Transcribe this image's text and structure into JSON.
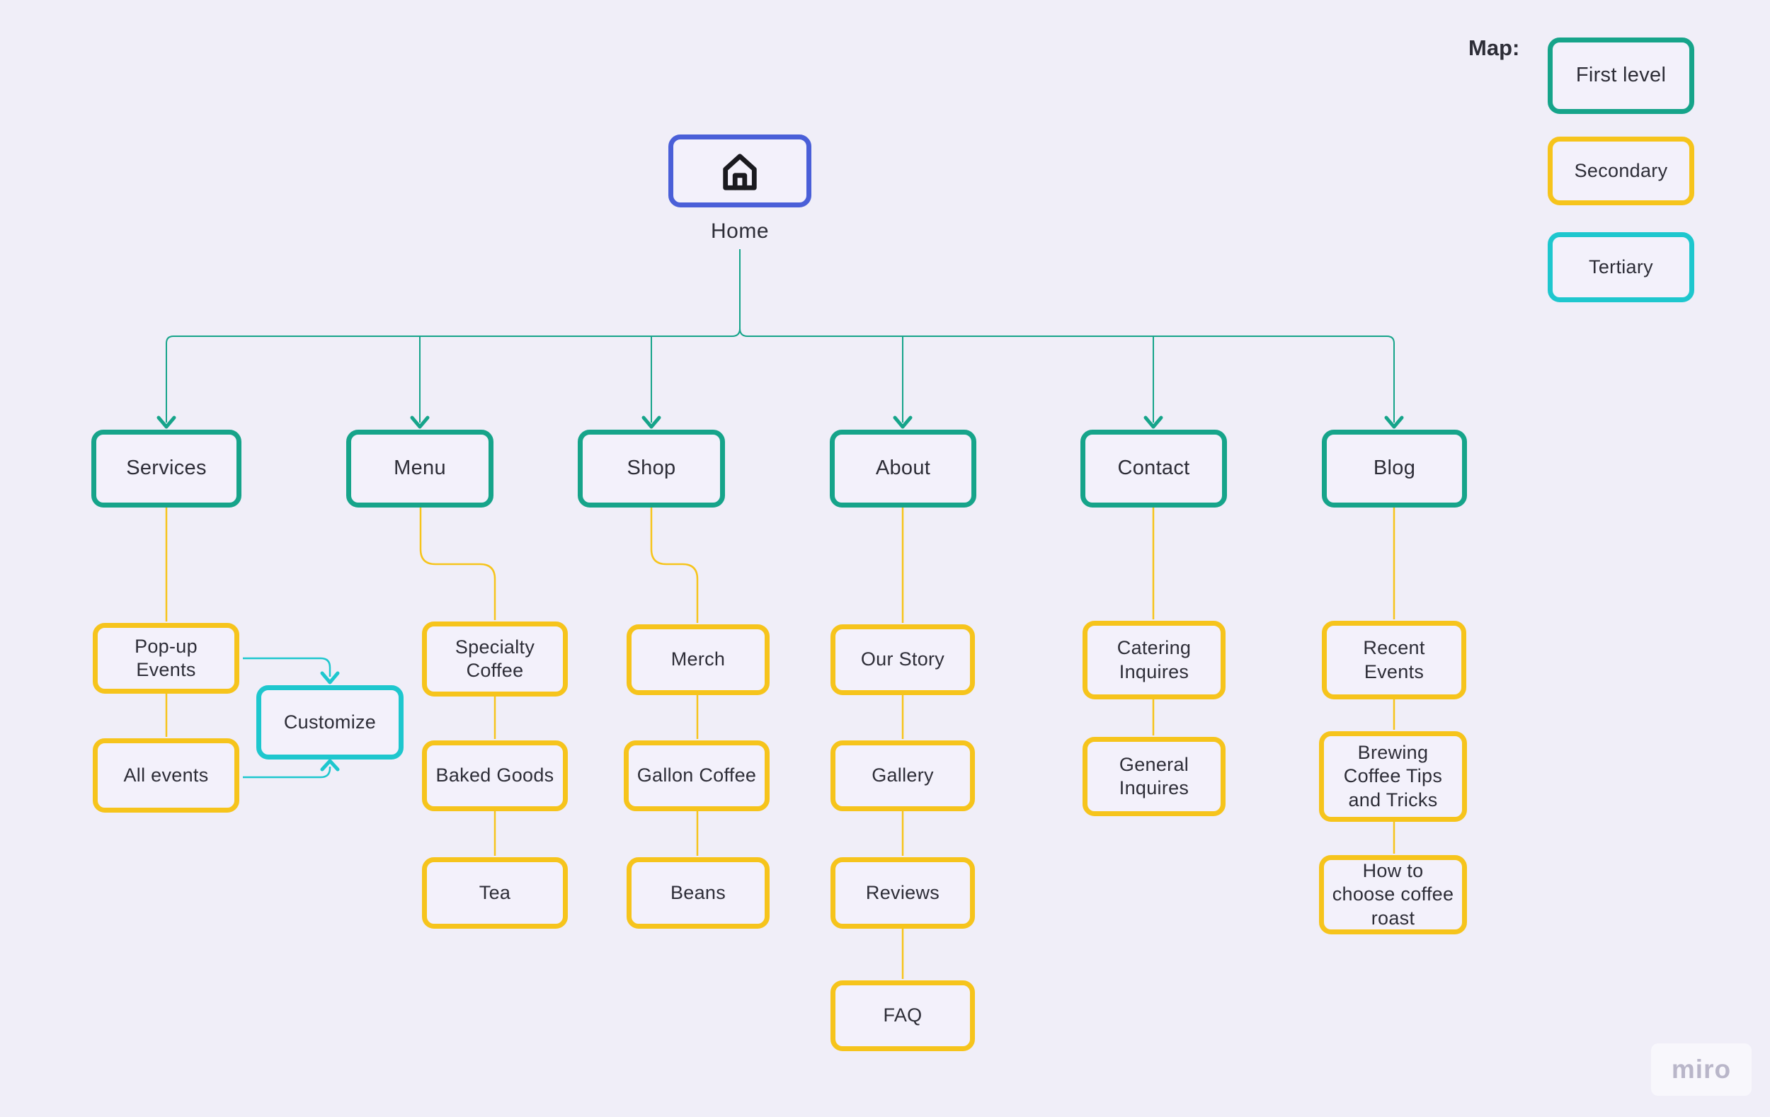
{
  "app": {
    "watermark": "miro"
  },
  "colors": {
    "background": "#F0EEF8",
    "node_fill": "#F3F1FB",
    "first_level": "#16A48A",
    "secondary": "#F6C41C",
    "tertiary": "#1EC7CE",
    "home_border": "#4A5FD8",
    "text": "#2D2D37",
    "watermark": "#B9B6C9"
  },
  "legend": {
    "title": "Map:",
    "items": [
      {
        "id": "first",
        "label": "First level"
      },
      {
        "id": "secondary",
        "label": "Secondary"
      },
      {
        "id": "tertiary",
        "label": "Tertiary"
      }
    ]
  },
  "nodes": {
    "home": {
      "label": "Home",
      "level": "home",
      "icon": "home-icon"
    },
    "services": {
      "label": "Services",
      "level": "first"
    },
    "menu": {
      "label": "Menu",
      "level": "first"
    },
    "shop": {
      "label": "Shop",
      "level": "first"
    },
    "about": {
      "label": "About",
      "level": "first"
    },
    "contact": {
      "label": "Contact",
      "level": "first"
    },
    "blog": {
      "label": "Blog",
      "level": "first"
    },
    "popup_events": {
      "label": "Pop-up Events",
      "level": "secondary"
    },
    "all_events": {
      "label": "All events",
      "level": "secondary"
    },
    "customize": {
      "label": "Customize",
      "level": "tertiary"
    },
    "specialty_coffee": {
      "label": "Specialty Coffee",
      "level": "secondary"
    },
    "baked_goods": {
      "label": "Baked Goods",
      "level": "secondary"
    },
    "tea": {
      "label": "Tea",
      "level": "secondary"
    },
    "merch": {
      "label": "Merch",
      "level": "secondary"
    },
    "gallon_coffee": {
      "label": "Gallon Coffee",
      "level": "secondary"
    },
    "beans": {
      "label": "Beans",
      "level": "secondary"
    },
    "our_story": {
      "label": "Our Story",
      "level": "secondary"
    },
    "gallery": {
      "label": "Gallery",
      "level": "secondary"
    },
    "reviews": {
      "label": "Reviews",
      "level": "secondary"
    },
    "faq": {
      "label": "FAQ",
      "level": "secondary"
    },
    "catering_inquires": {
      "label": "Catering Inquires",
      "level": "secondary"
    },
    "general_inquires": {
      "label": "General Inquires",
      "level": "secondary"
    },
    "recent_events": {
      "label": "Recent Events",
      "level": "secondary"
    },
    "brewing_tips": {
      "label": "Brewing Coffee Tips and Tricks",
      "level": "secondary"
    },
    "choose_roast": {
      "label": "How to choose coffee roast",
      "level": "secondary"
    }
  },
  "edges": [
    {
      "from": "home",
      "to": "services"
    },
    {
      "from": "home",
      "to": "menu"
    },
    {
      "from": "home",
      "to": "shop"
    },
    {
      "from": "home",
      "to": "about"
    },
    {
      "from": "home",
      "to": "contact"
    },
    {
      "from": "home",
      "to": "blog"
    },
    {
      "from": "services",
      "to": "popup_events"
    },
    {
      "from": "popup_events",
      "to": "all_events"
    },
    {
      "from": "popup_events",
      "to": "customize"
    },
    {
      "from": "all_events",
      "to": "customize"
    },
    {
      "from": "menu",
      "to": "specialty_coffee"
    },
    {
      "from": "specialty_coffee",
      "to": "baked_goods"
    },
    {
      "from": "baked_goods",
      "to": "tea"
    },
    {
      "from": "shop",
      "to": "merch"
    },
    {
      "from": "merch",
      "to": "gallon_coffee"
    },
    {
      "from": "gallon_coffee",
      "to": "beans"
    },
    {
      "from": "about",
      "to": "our_story"
    },
    {
      "from": "our_story",
      "to": "gallery"
    },
    {
      "from": "gallery",
      "to": "reviews"
    },
    {
      "from": "reviews",
      "to": "faq"
    },
    {
      "from": "contact",
      "to": "catering_inquires"
    },
    {
      "from": "catering_inquires",
      "to": "general_inquires"
    },
    {
      "from": "blog",
      "to": "recent_events"
    },
    {
      "from": "recent_events",
      "to": "brewing_tips"
    },
    {
      "from": "brewing_tips",
      "to": "choose_roast"
    }
  ]
}
